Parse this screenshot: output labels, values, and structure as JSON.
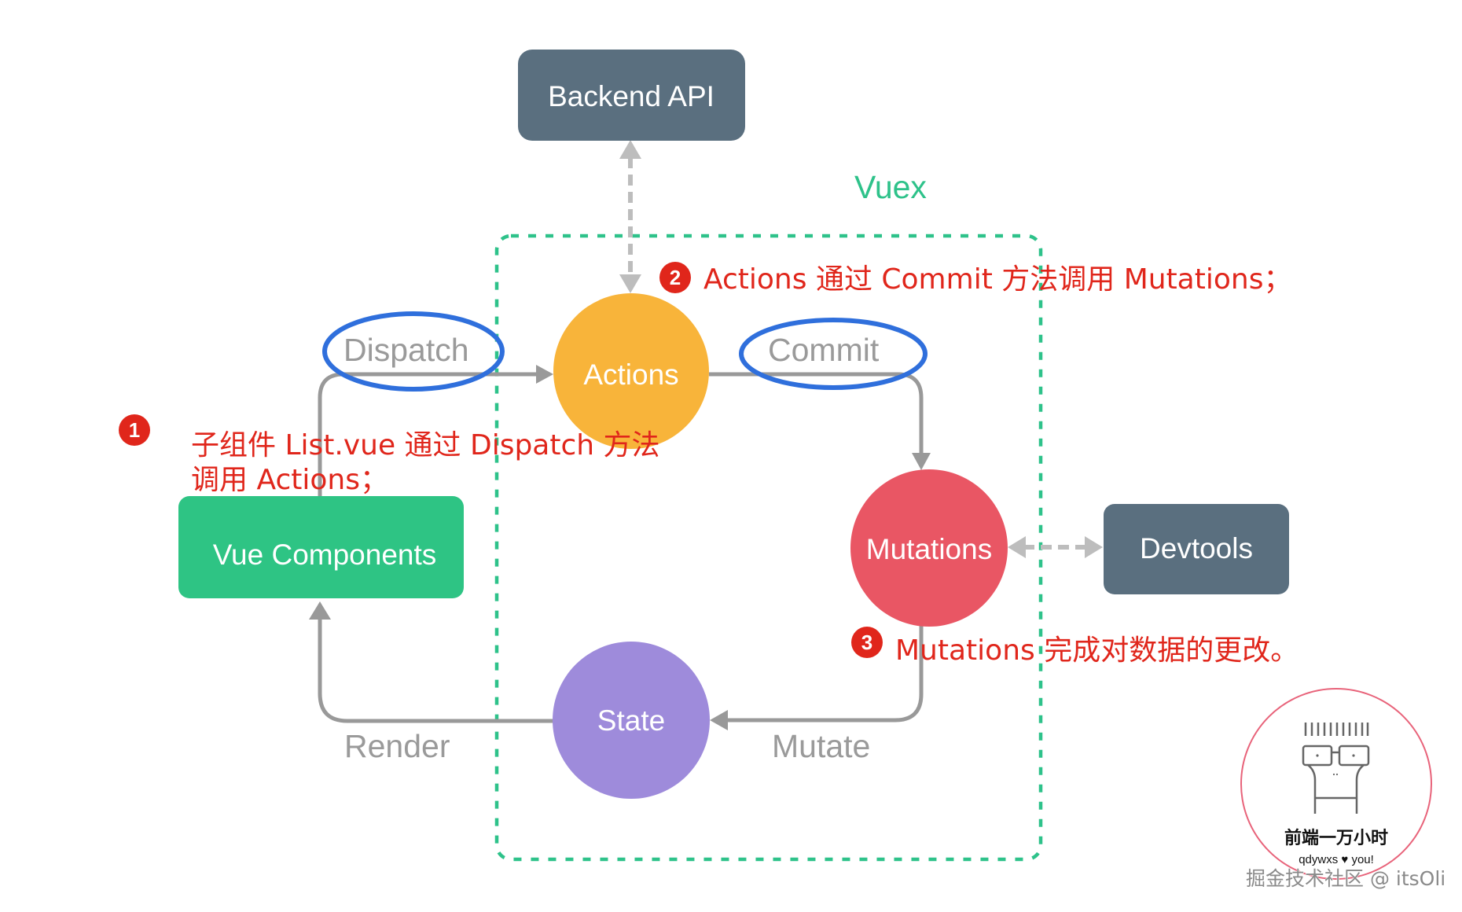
{
  "diagram": {
    "title": "Vuex",
    "nodes": {
      "backend_api": {
        "label": "Backend API",
        "color": "#5a6f7f"
      },
      "vue_components": {
        "label": "Vue Components",
        "color": "#2ec484"
      },
      "actions": {
        "label": "Actions",
        "color": "#f8b43a"
      },
      "mutations": {
        "label": "Mutations",
        "color": "#e95664"
      },
      "state": {
        "label": "State",
        "color": "#9e8bdb"
      },
      "devtools": {
        "label": "Devtools",
        "color": "#5a6f7f"
      }
    },
    "edges": {
      "dispatch": {
        "label": "Dispatch",
        "from": "Vue Components",
        "to": "Actions",
        "highlighted": true
      },
      "commit": {
        "label": "Commit",
        "from": "Actions",
        "to": "Mutations",
        "highlighted": true
      },
      "mutate": {
        "label": "Mutate",
        "from": "Mutations",
        "to": "State"
      },
      "render": {
        "label": "Render",
        "from": "State",
        "to": "Vue Components"
      },
      "backend": {
        "from": "Actions",
        "to": "Backend API",
        "style": "dashed-bidirectional"
      },
      "devtools": {
        "from": "Mutations",
        "to": "Devtools",
        "style": "dashed-bidirectional"
      }
    },
    "annotations": [
      {
        "number": "1",
        "lines": [
          "子组件 List.vue 通过 Dispatch 方法",
          "调用 Actions；"
        ]
      },
      {
        "number": "2",
        "lines": [
          "Actions 通过 Commit 方法调用 Mutations；"
        ]
      },
      {
        "number": "3",
        "lines": [
          "Mutations 完成对数据的更改。"
        ]
      }
    ],
    "colors": {
      "vuex_frame": "#2ec28a",
      "arrow": "#999999",
      "dashed_arrow": "#bdbdbd",
      "highlight_ellipse": "#2f6fdc",
      "annotation": "#e0261b"
    }
  },
  "logo": {
    "title": "前端一万小时",
    "subtitle": "qdywxs ♥ you!",
    "ring_color": "#e8637a"
  },
  "watermark": "掘金技术社区 @ itsOli"
}
